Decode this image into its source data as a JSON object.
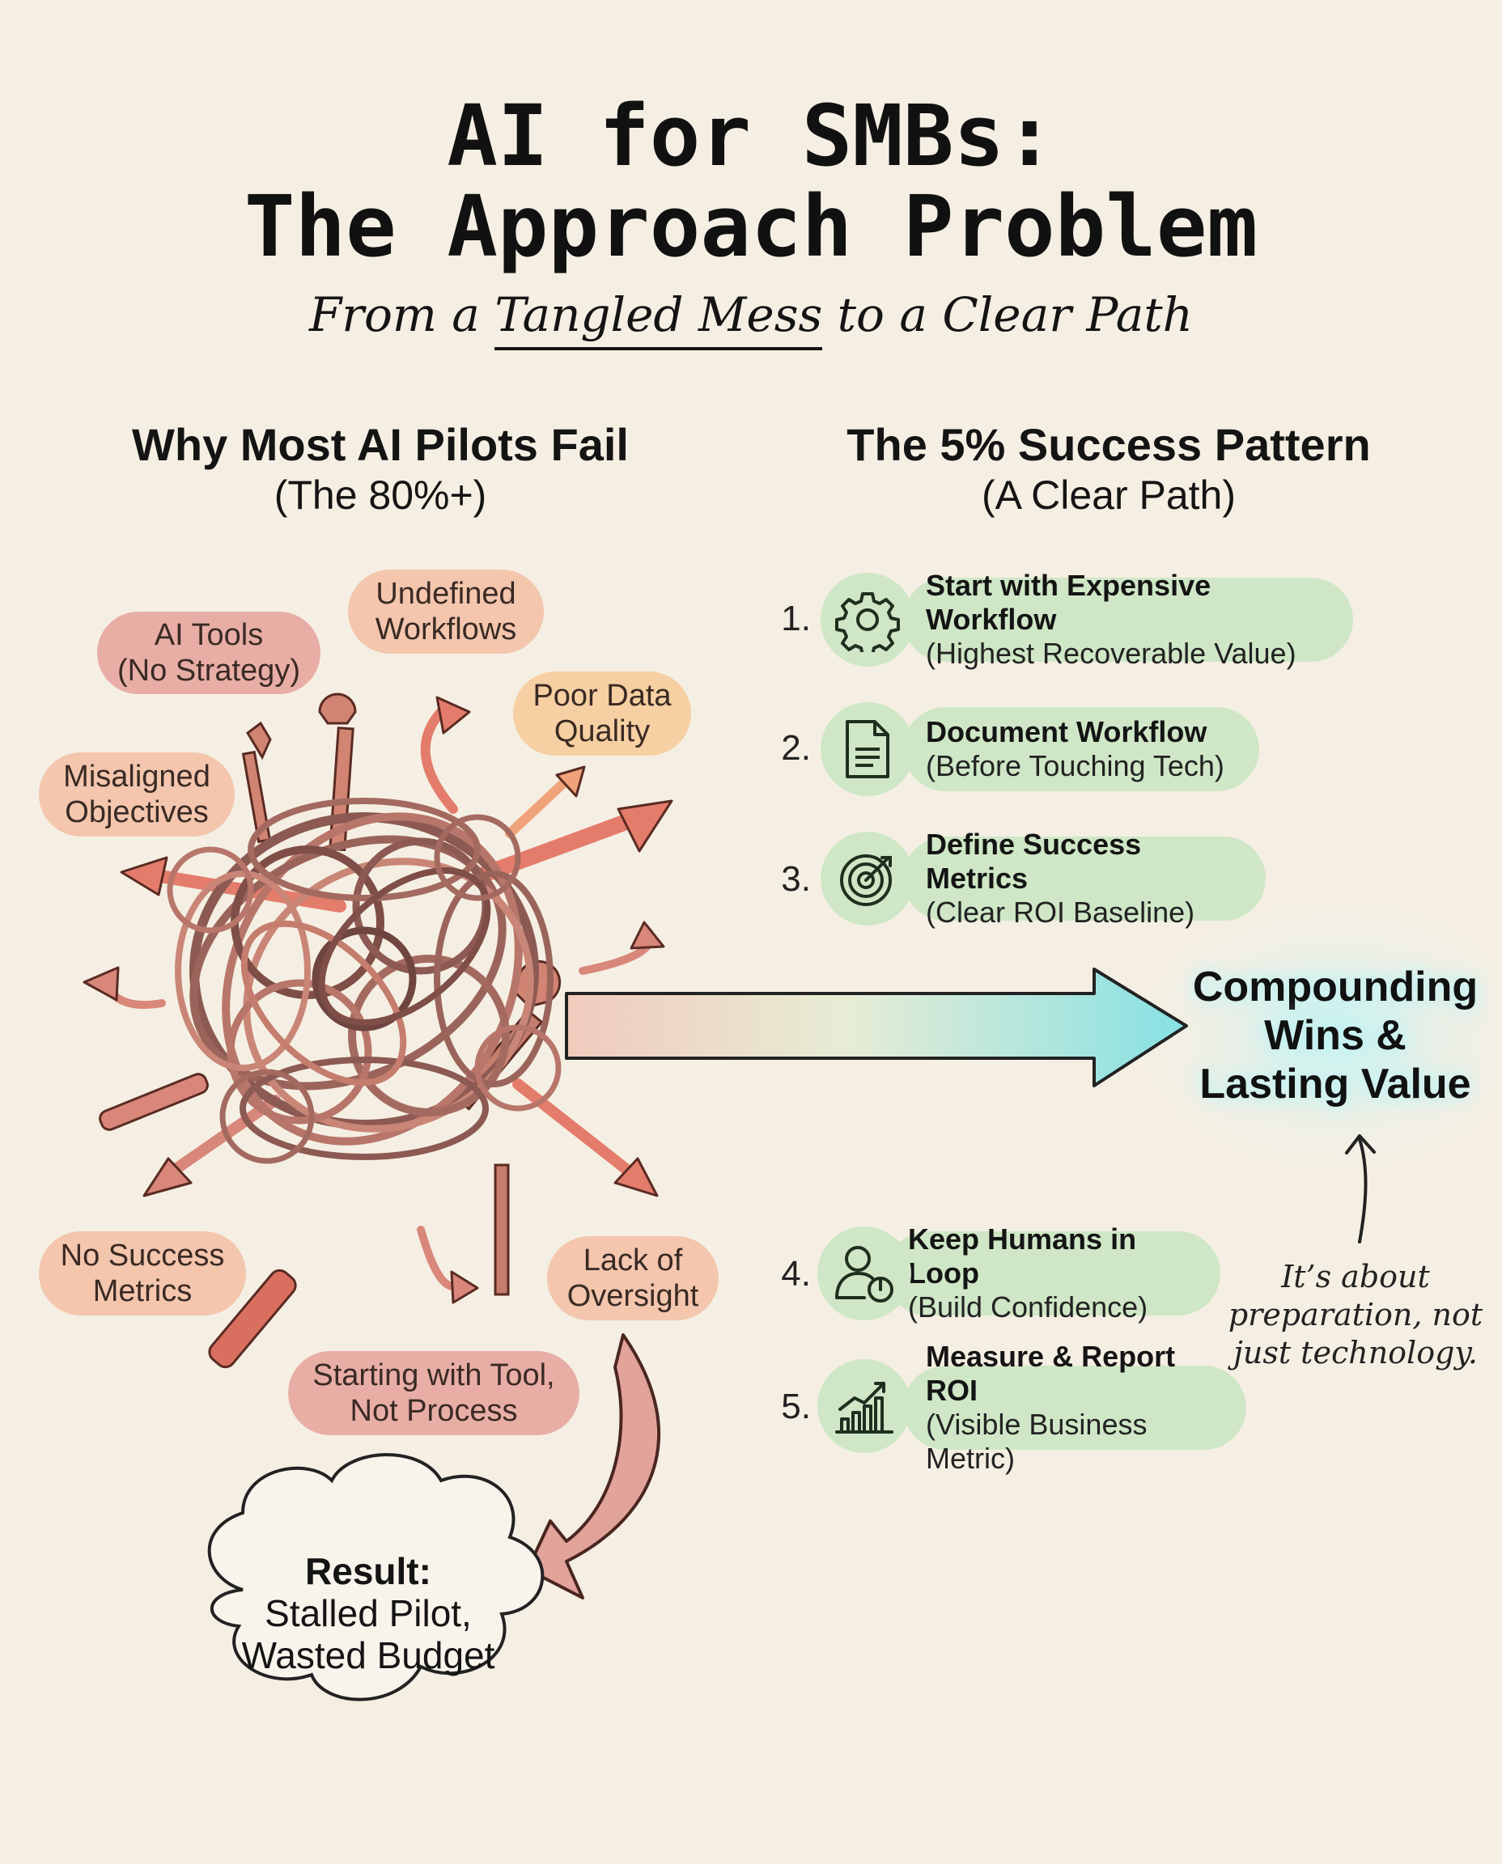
{
  "header": {
    "title_line1": "AI for SMBs:",
    "title_line2": "The Approach Problem",
    "subtitle_part1": "From a ",
    "subtitle_highlight": "Tangled Mess",
    "subtitle_part2": " to a Clear Path"
  },
  "left_column": {
    "heading": "Why Most AI Pilots Fail",
    "subheading": "(The 80%+)",
    "labels": [
      {
        "line1": "AI Tools",
        "line2": "(No Strategy)"
      },
      {
        "line1": "Undefined",
        "line2": "Workflows"
      },
      {
        "line1": "Poor Data",
        "line2": "Quality"
      },
      {
        "line1": "Misaligned",
        "line2": "Objectives"
      },
      {
        "line1": "No Success",
        "line2": "Metrics"
      },
      {
        "line1": "Lack of",
        "line2": "Oversight"
      },
      {
        "line1": "Starting with Tool,",
        "line2": "Not Process"
      }
    ],
    "result": {
      "label": "Result:",
      "line1": "Stalled Pilot,",
      "line2": "Wasted Budget"
    }
  },
  "right_column": {
    "heading": "The 5% Success Pattern",
    "subheading": "(A Clear Path)",
    "steps": [
      {
        "number": "1.",
        "icon": "gear-icon",
        "title": "Start with Expensive Workflow",
        "subtitle": "(Highest Recoverable Value)"
      },
      {
        "number": "2.",
        "icon": "document-icon",
        "title": "Document Workflow",
        "subtitle": "(Before Touching Tech)"
      },
      {
        "number": "3.",
        "icon": "target-icon",
        "title": "Define Success Metrics",
        "subtitle": "(Clear ROI Baseline)"
      },
      {
        "number": "4.",
        "icon": "human-power-icon",
        "title": "Keep Humans in Loop",
        "subtitle": "(Build Confidence)"
      },
      {
        "number": "5.",
        "icon": "growth-chart-icon",
        "title": "Measure & Report ROI",
        "subtitle": "(Visible Business Metric)"
      }
    ],
    "outcome": {
      "line1": "Compounding",
      "line2": "Wins &",
      "line3": "Lasting Value"
    },
    "note": {
      "line1": "It’s about",
      "line2": "preparation, not",
      "line3": "just technology."
    }
  },
  "colors": {
    "background": "#f5efe3",
    "step_green": "#cfe7c6",
    "salmon": "#f3c6ad",
    "rose": "#e8aea6",
    "peach": "#f6cfa2",
    "arrow_red": "#e47c6c",
    "glow_cyan": "#7fe0e4"
  }
}
